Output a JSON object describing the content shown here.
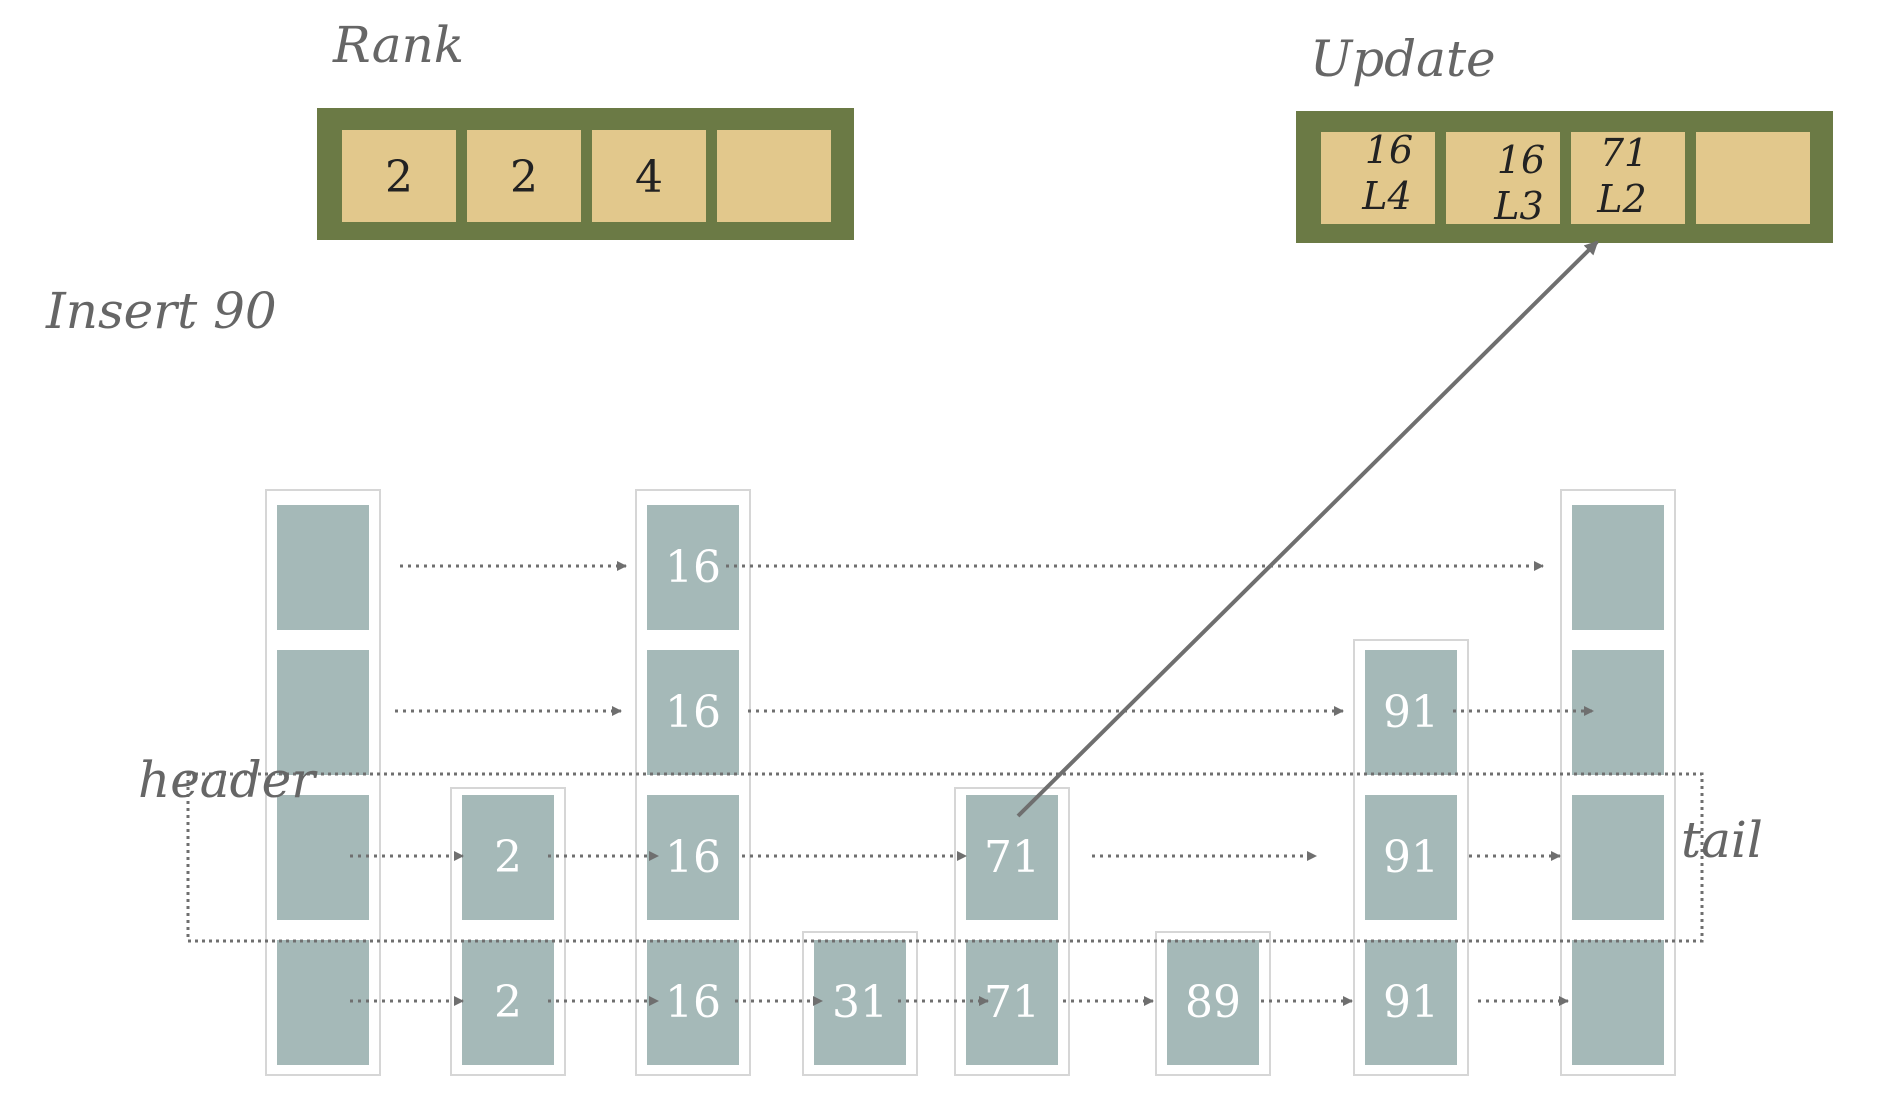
{
  "labels": {
    "rank": "Rank",
    "update": "Update",
    "insert": "Insert 90",
    "header": "header",
    "tail": "tail"
  },
  "rank": [
    "2",
    "2",
    "4",
    ""
  ],
  "update": [
    {
      "value": "16",
      "level": "L4"
    },
    {
      "value": "16",
      "level": "L3"
    },
    {
      "value": "71",
      "level": "L2"
    },
    {
      "value": "",
      "level": ""
    }
  ],
  "colors": {
    "array_frame": "#6b7a45",
    "array_cell": "#e2c88c",
    "node_fill": "#a5b9b8",
    "node_border": "#d6d6d6",
    "arrow": "#6f6f6f",
    "label": "#666666"
  },
  "columns": [
    {
      "id": "header",
      "levels": 4,
      "cells": [
        "",
        "",
        "",
        ""
      ]
    },
    {
      "id": "2",
      "levels": 2,
      "cells": [
        "2",
        "2"
      ]
    },
    {
      "id": "16",
      "levels": 4,
      "cells": [
        "16",
        "16",
        "16",
        "16"
      ]
    },
    {
      "id": "31",
      "levels": 1,
      "cells": [
        "31"
      ]
    },
    {
      "id": "71",
      "levels": 2,
      "cells": [
        "71",
        "71"
      ]
    },
    {
      "id": "89",
      "levels": 1,
      "cells": [
        "89"
      ]
    },
    {
      "id": "91",
      "levels": 3,
      "cells": [
        "91",
        "91",
        "91"
      ]
    },
    {
      "id": "tail",
      "levels": 4,
      "cells": [
        "",
        "",
        "",
        ""
      ]
    }
  ]
}
